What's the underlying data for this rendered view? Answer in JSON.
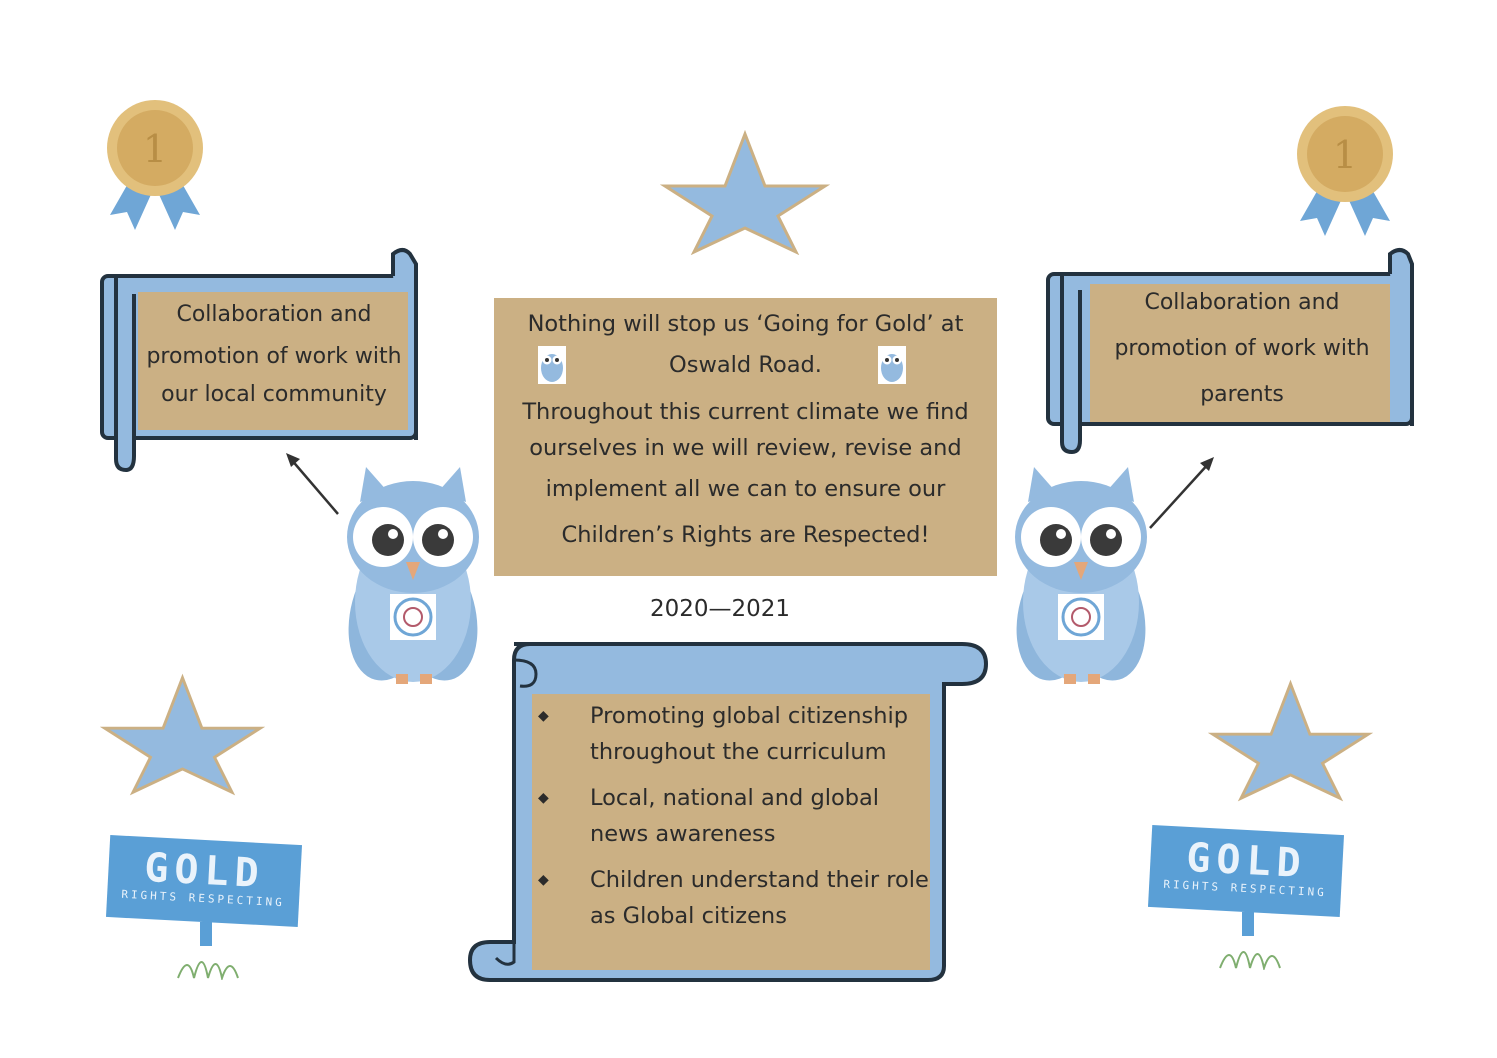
{
  "left_scroll": {
    "lines": [
      "Collaboration and",
      "promotion of work with",
      "our local community"
    ]
  },
  "right_scroll": {
    "lines": [
      "Collaboration and",
      "promotion of work with",
      "parents"
    ]
  },
  "center_box": {
    "line1": "Nothing will stop us ‘Going for Gold’ at",
    "line2": "Oswald Road.",
    "line3": "Throughout this current climate we find",
    "line4": "ourselves in we will review, revise and",
    "line5": "implement all we can to ensure our",
    "line6": "Children’s Rights are Respected!"
  },
  "year_range": "2020—2021",
  "bottom_scroll": {
    "items": [
      {
        "line1": "Promoting global citizenship",
        "line2": "throughout the curriculum"
      },
      {
        "line1": "Local, national and global",
        "line2": "news awareness"
      },
      {
        "line1": "Children understand their role",
        "line2": "as Global citizens"
      }
    ]
  },
  "medal": {
    "number": "1"
  },
  "gold_sign": {
    "title": "GOLD",
    "subtitle": "RIGHTS RESPECTING"
  },
  "colors": {
    "blue": "#94badf",
    "tan": "#cbb084",
    "gold": "#d8b26a",
    "sign_blue": "#5a9fd6"
  },
  "icons": [
    "medal-icon",
    "star-icon",
    "owl-icon",
    "arrow-icon",
    "gold-sign-icon"
  ]
}
